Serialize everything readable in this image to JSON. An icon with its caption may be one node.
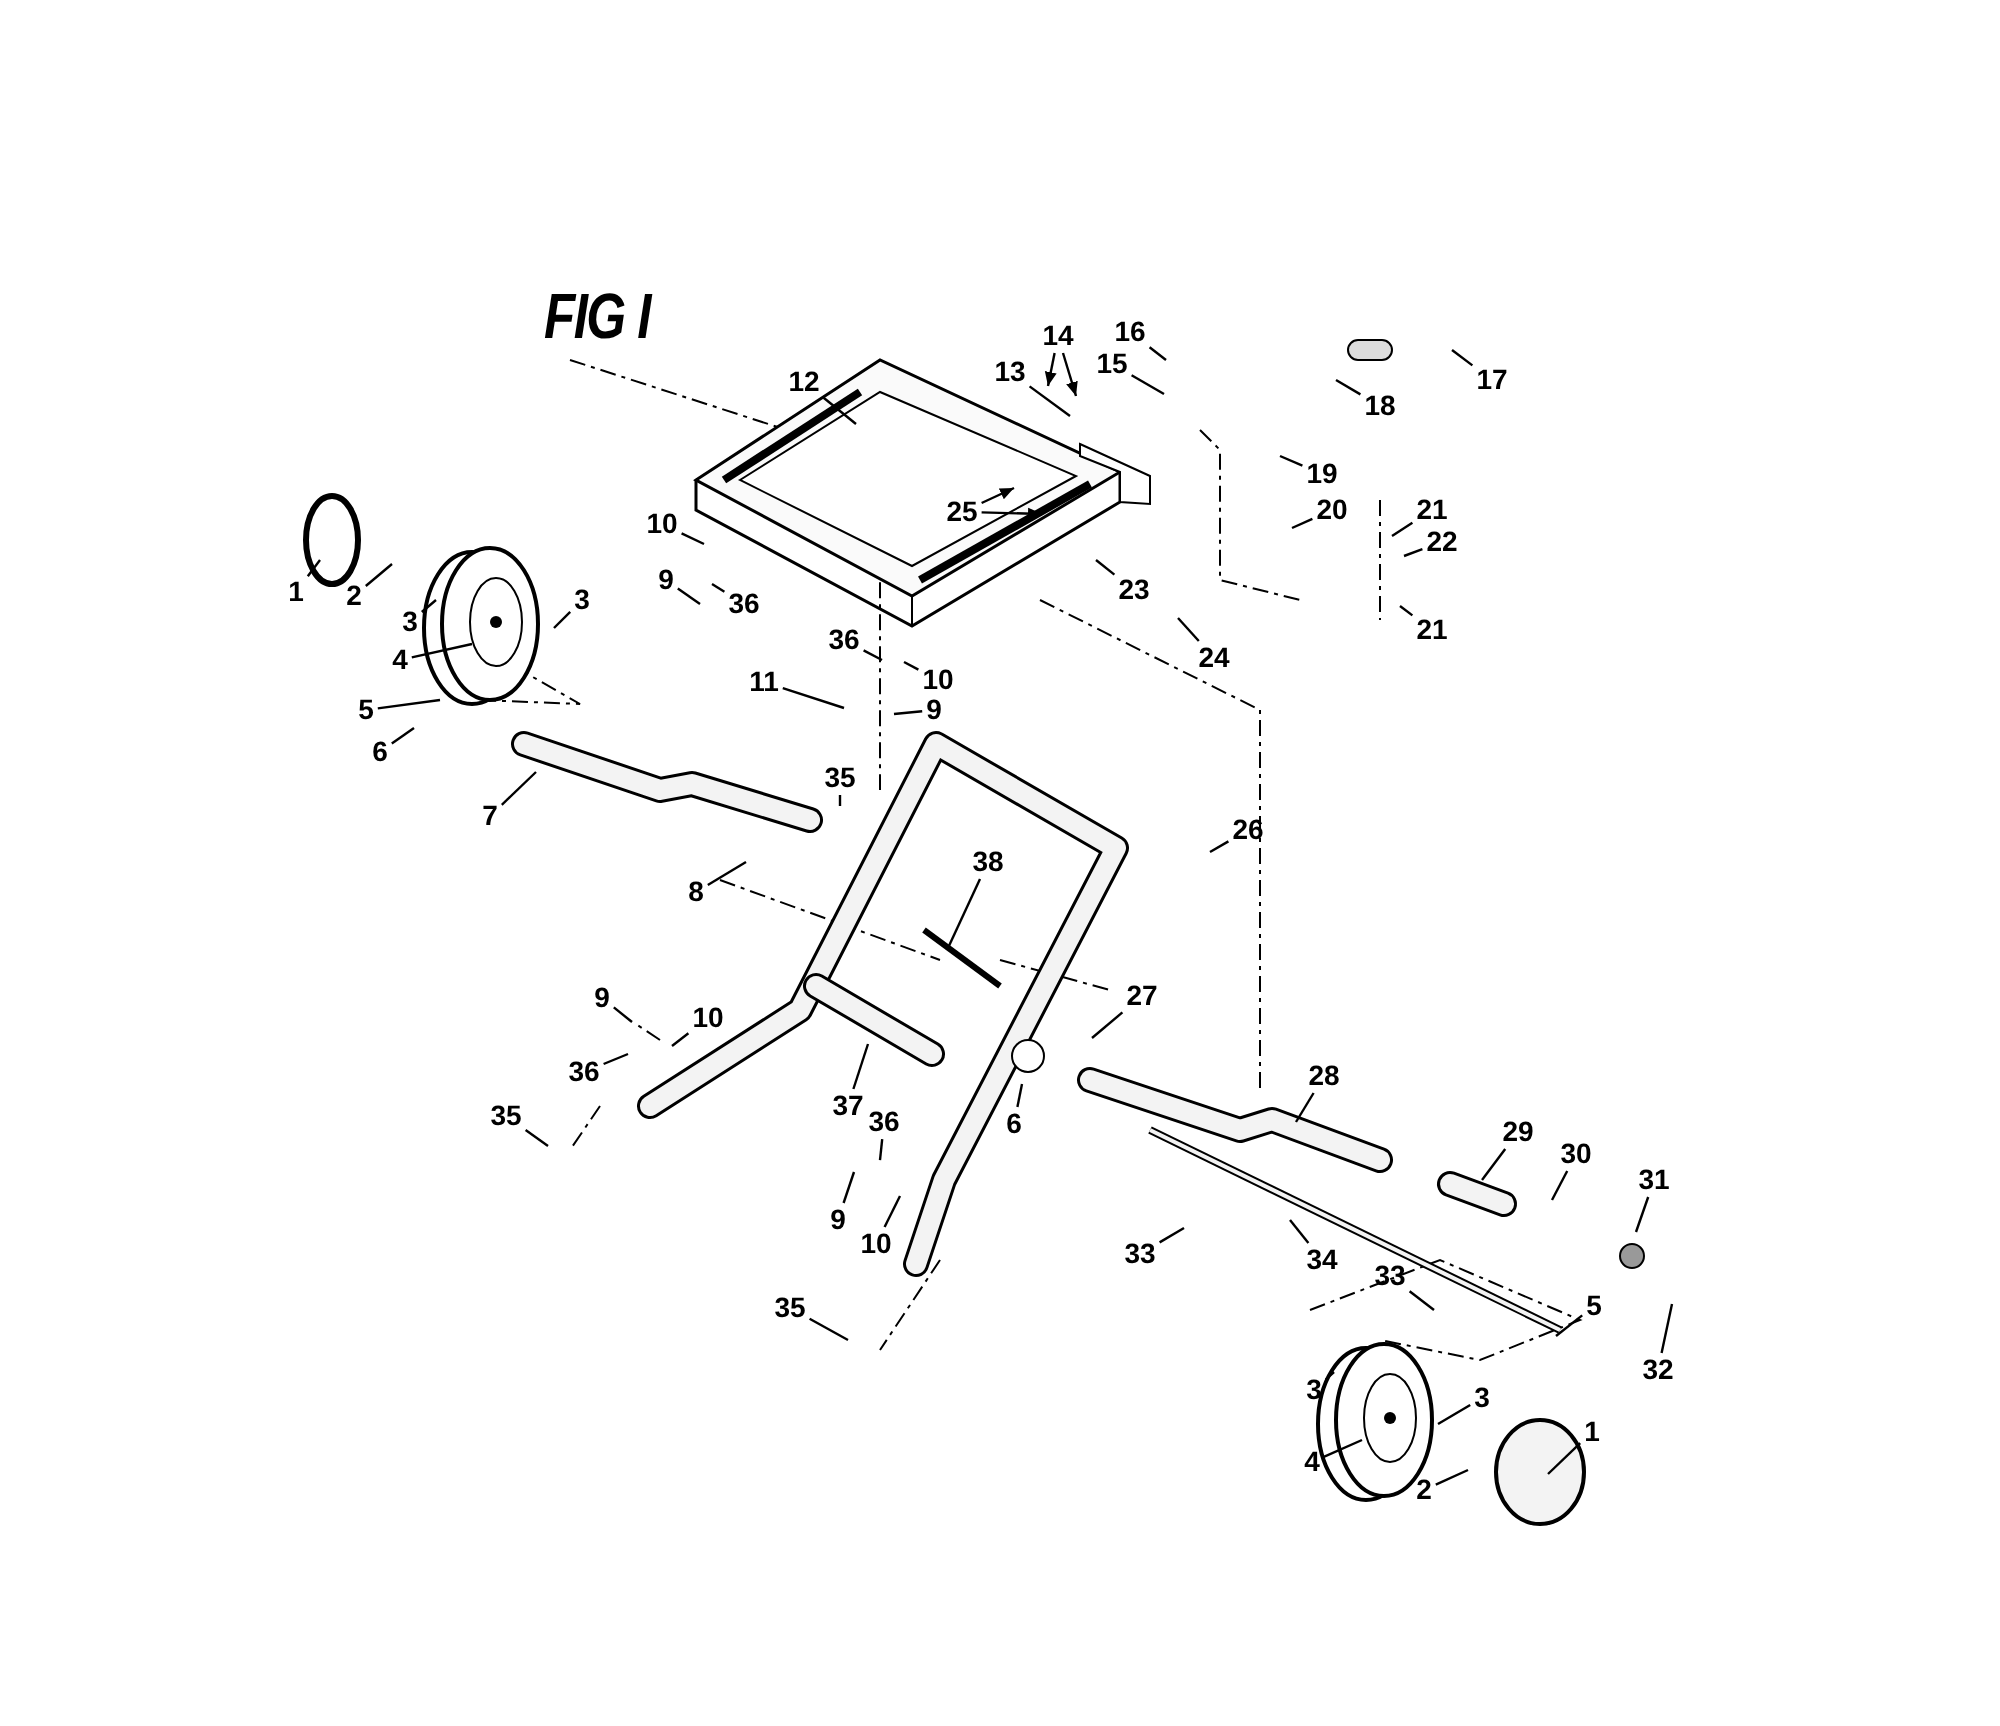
{
  "diagram": {
    "title": "FIG I",
    "nodes": [
      {
        "text": [
          "16"
        ]
      },
      {
        "text": [
          "14"
        ]
      },
      {
        "text": [
          "13"
        ]
      },
      {
        "text": [
          "15"
        ]
      },
      {
        "text": [
          "17"
        ]
      },
      {
        "text": [
          "12"
        ]
      },
      {
        "text": [
          "18"
        ]
      },
      {
        "text": [
          "19"
        ]
      },
      {
        "text": [
          "20"
        ]
      },
      {
        "text": [
          "21"
        ]
      },
      {
        "text": [
          "25"
        ]
      },
      {
        "text": [
          "10"
        ]
      },
      {
        "text": [
          "22"
        ]
      },
      {
        "text": [
          "9"
        ]
      },
      {
        "text": [
          "1"
        ]
      },
      {
        "text": [
          "2"
        ]
      },
      {
        "text": [
          "23"
        ]
      },
      {
        "text": [
          "3"
        ]
      },
      {
        "text": [
          "36"
        ]
      },
      {
        "text": [
          "3"
        ]
      },
      {
        "text": [
          "21"
        ]
      },
      {
        "text": [
          "36"
        ]
      },
      {
        "text": [
          "24"
        ]
      },
      {
        "text": [
          "4"
        ]
      },
      {
        "text": [
          "10"
        ]
      },
      {
        "text": [
          "11"
        ]
      },
      {
        "text": [
          "9"
        ]
      },
      {
        "text": [
          "5"
        ]
      },
      {
        "text": [
          "6"
        ]
      },
      {
        "text": [
          "35"
        ]
      },
      {
        "text": [
          "7"
        ]
      },
      {
        "text": [
          "38"
        ]
      },
      {
        "text": [
          "26"
        ]
      },
      {
        "text": [
          "8"
        ]
      },
      {
        "text": [
          "27"
        ]
      },
      {
        "text": [
          "9"
        ]
      },
      {
        "text": [
          "10"
        ]
      },
      {
        "text": [
          "36"
        ]
      },
      {
        "text": [
          "28"
        ]
      },
      {
        "text": [
          "37"
        ]
      },
      {
        "text": [
          "35"
        ]
      },
      {
        "text": [
          "6"
        ]
      },
      {
        "text": [
          "36"
        ]
      },
      {
        "text": [
          "29"
        ]
      },
      {
        "text": [
          "30"
        ]
      },
      {
        "text": [
          "31"
        ]
      },
      {
        "text": [
          "9"
        ]
      },
      {
        "text": [
          "10"
        ]
      },
      {
        "text": [
          "33"
        ]
      },
      {
        "text": [
          "34"
        ]
      },
      {
        "text": [
          "33"
        ]
      },
      {
        "text": [
          "5"
        ]
      },
      {
        "text": [
          "35"
        ]
      },
      {
        "text": [
          "32"
        ]
      },
      {
        "text": [
          "3"
        ]
      },
      {
        "text": [
          "3"
        ]
      },
      {
        "text": [
          "1"
        ]
      },
      {
        "text": [
          "4"
        ]
      },
      {
        "text": [
          "2"
        ]
      }
    ],
    "edges": [
      {
        "from": 0,
        "to": null,
        "arrow": "none"
      },
      {
        "from": 1,
        "to": null,
        "arrow": "to"
      },
      {
        "from": 1,
        "to": null,
        "arrow": "to"
      },
      {
        "from": 2,
        "to": null,
        "arrow": "none"
      },
      {
        "from": 3,
        "to": null,
        "arrow": "none"
      },
      {
        "from": 4,
        "to": null,
        "arrow": "none"
      },
      {
        "from": 5,
        "to": null,
        "arrow": "none"
      },
      {
        "from": 6,
        "to": null,
        "arrow": "none"
      },
      {
        "from": 7,
        "to": null,
        "arrow": "none"
      },
      {
        "from": 8,
        "to": null,
        "arrow": "none"
      },
      {
        "from": 9,
        "to": null,
        "arrow": "none"
      },
      {
        "from": 10,
        "to": null,
        "arrow": "to"
      },
      {
        "from": 10,
        "to": null,
        "arrow": "to"
      },
      {
        "from": 11,
        "to": null,
        "arrow": "none"
      },
      {
        "from": 12,
        "to": null,
        "arrow": "none"
      },
      {
        "from": 13,
        "to": null,
        "arrow": "none"
      },
      {
        "from": 14,
        "to": null,
        "arrow": "none"
      },
      {
        "from": 15,
        "to": null,
        "arrow": "none"
      },
      {
        "from": 16,
        "to": null,
        "arrow": "none"
      },
      {
        "from": 17,
        "to": null,
        "arrow": "none"
      },
      {
        "from": 18,
        "to": null,
        "arrow": "none"
      },
      {
        "from": 19,
        "to": null,
        "arrow": "none"
      },
      {
        "from": 20,
        "to": null,
        "arrow": "none"
      },
      {
        "from": 21,
        "to": null,
        "arrow": "none"
      },
      {
        "from": 22,
        "to": null,
        "arrow": "none"
      },
      {
        "from": 23,
        "to": null,
        "arrow": "none"
      },
      {
        "from": 24,
        "to": null,
        "arrow": "none"
      },
      {
        "from": 25,
        "to": null,
        "arrow": "none"
      },
      {
        "from": 26,
        "to": null,
        "arrow": "none"
      },
      {
        "from": 27,
        "to": null,
        "arrow": "none"
      },
      {
        "from": 28,
        "to": null,
        "arrow": "none"
      },
      {
        "from": 29,
        "to": null,
        "arrow": "none"
      },
      {
        "from": 30,
        "to": null,
        "arrow": "none"
      },
      {
        "from": 31,
        "to": null,
        "arrow": "none"
      },
      {
        "from": 32,
        "to": null,
        "arrow": "none"
      },
      {
        "from": 33,
        "to": null,
        "arrow": "none"
      },
      {
        "from": 34,
        "to": null,
        "arrow": "none"
      },
      {
        "from": 35,
        "to": null,
        "arrow": "none"
      },
      {
        "from": 36,
        "to": null,
        "arrow": "none"
      },
      {
        "from": 37,
        "to": null,
        "arrow": "none"
      },
      {
        "from": 38,
        "to": null,
        "arrow": "none"
      },
      {
        "from": 39,
        "to": null,
        "arrow": "none"
      },
      {
        "from": 40,
        "to": null,
        "arrow": "none"
      },
      {
        "from": 41,
        "to": null,
        "arrow": "none"
      },
      {
        "from": 42,
        "to": null,
        "arrow": "none"
      },
      {
        "from": 43,
        "to": null,
        "arrow": "none"
      },
      {
        "from": 44,
        "to": null,
        "arrow": "none"
      },
      {
        "from": 45,
        "to": null,
        "arrow": "none"
      },
      {
        "from": 46,
        "to": null,
        "arrow": "none"
      },
      {
        "from": 47,
        "to": null,
        "arrow": "none"
      },
      {
        "from": 48,
        "to": null,
        "arrow": "none"
      },
      {
        "from": 49,
        "to": null,
        "arrow": "none"
      },
      {
        "from": 50,
        "to": null,
        "arrow": "none"
      },
      {
        "from": 51,
        "to": null,
        "arrow": "none"
      },
      {
        "from": 52,
        "to": null,
        "arrow": "none"
      },
      {
        "from": 53,
        "to": null,
        "arrow": "none"
      },
      {
        "from": 54,
        "to": null,
        "arrow": "none"
      },
      {
        "from": 55,
        "to": null,
        "arrow": "none"
      },
      {
        "from": 56,
        "to": null,
        "arrow": "none"
      },
      {
        "from": 57,
        "to": null,
        "arrow": "none"
      },
      {
        "from": 58,
        "to": null,
        "arrow": "none"
      }
    ]
  }
}
